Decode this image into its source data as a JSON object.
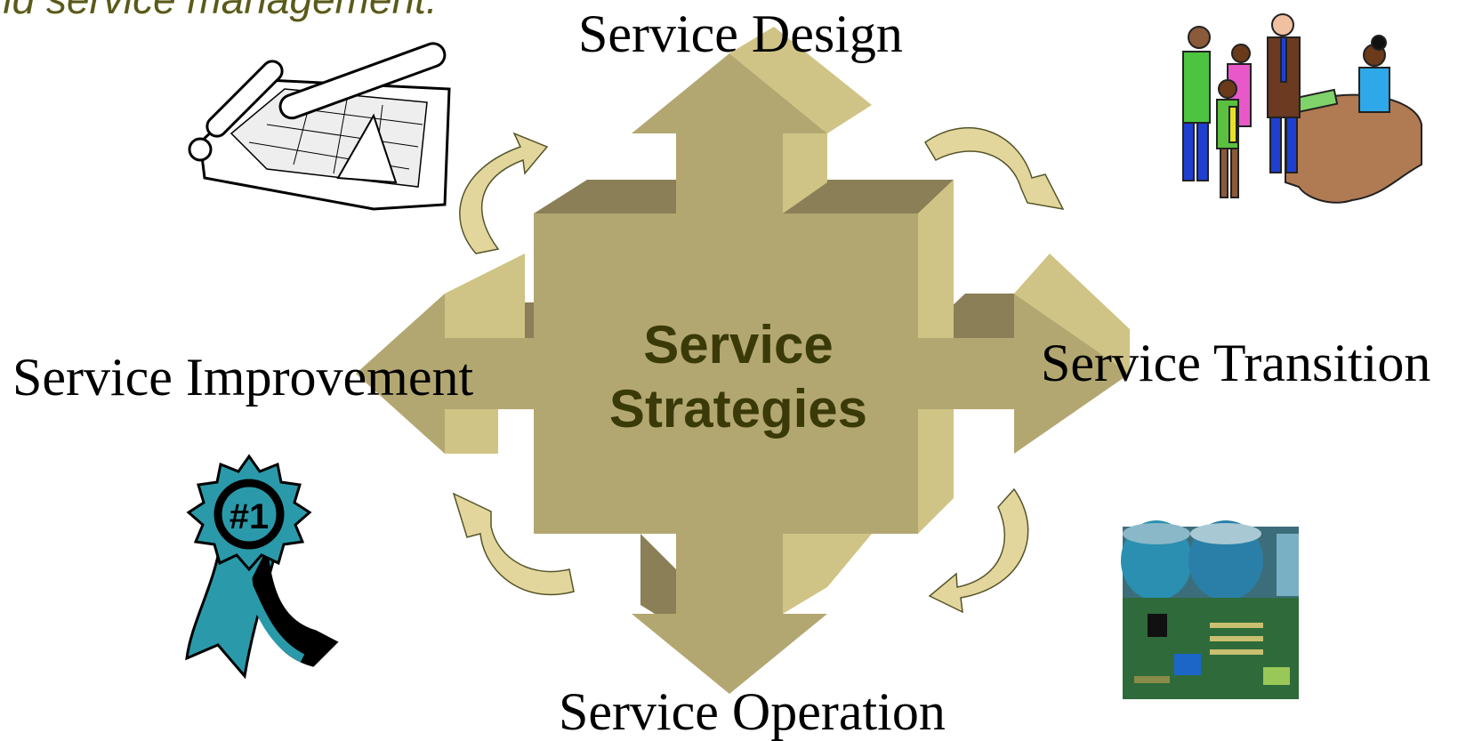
{
  "header": {
    "partial_text": "nd service management."
  },
  "center": {
    "line1": "Service",
    "line2": "Strategies"
  },
  "labels": {
    "design": "Service Design",
    "transition": "Service Transition",
    "operation": "Service Operation",
    "improvement": "Service Improvement"
  },
  "colors": {
    "arrow_face": "#b3a771",
    "arrow_light": "#cfc485",
    "arrow_dark": "#8a7f56",
    "curve_fill": "#e3d69c",
    "center_text": "#3a3a08"
  },
  "icons": {
    "design": "blueprint-icon",
    "transition": "welcome-desk-people-icon",
    "operation": "circuit-board-photo",
    "improvement": "first-place-ribbon-icon"
  }
}
